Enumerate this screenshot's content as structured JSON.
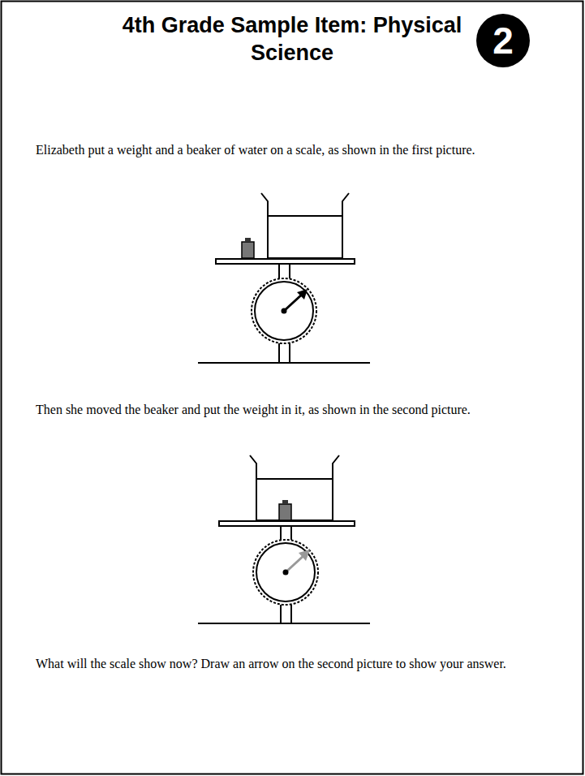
{
  "diagram": {
    "title": "4th Grade Sample Item: Physical Science",
    "nodes": [
      {
        "text": [
          "2"
        ]
      }
    ],
    "labels": [
      "Elizabeth put a weight and a beaker of water on a scale, as shown in the first picture.",
      "Then she moved the beaker and put the weight in it, as shown in the second picture.",
      "What will the scale show now? Draw an arrow on the second picture to show your answer."
    ]
  }
}
